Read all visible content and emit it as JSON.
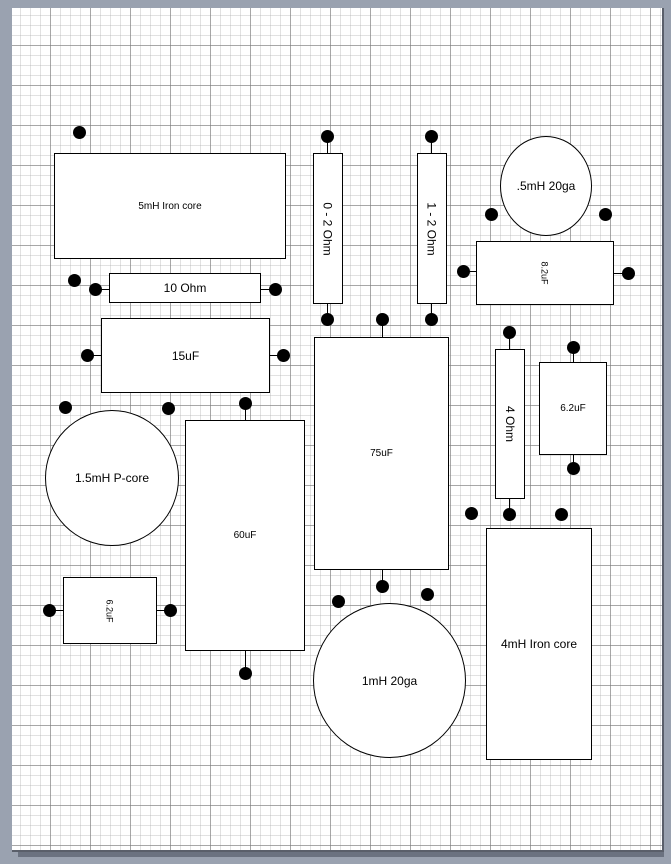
{
  "components": {
    "c5mh": "5mH Iron core",
    "r0_2": "0 - 2 Ohm",
    "r1_2": "1 - 2 Ohm",
    "c05mh": ".5mH 20ga",
    "r10": "10 Ohm",
    "c82uf": "8.2uF",
    "c15uf": "15uF",
    "c75uf": "75uF",
    "r4": "4 Ohm",
    "c62uf_right": "6.2uF",
    "c15mh": "1.5mH P-core",
    "c60uf": "60uF",
    "c62uf_left": "6.2uF",
    "c1mh": "1mH 20ga",
    "c4mh": "4mH Iron core"
  }
}
